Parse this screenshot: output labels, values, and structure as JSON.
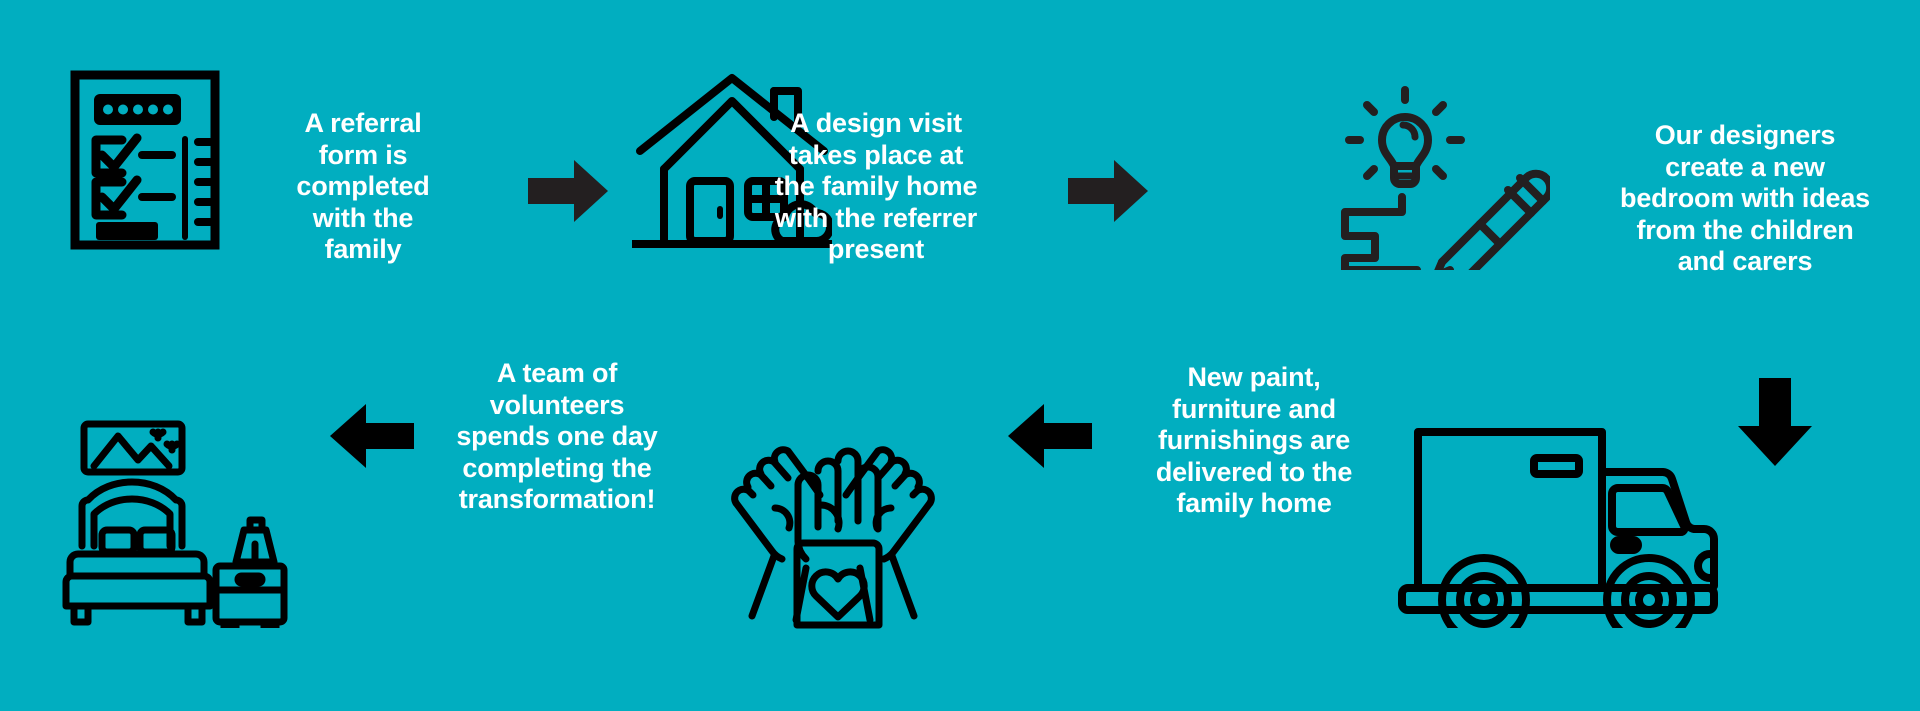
{
  "theme": {
    "background": "#01aec0",
    "ink": "#000000",
    "arrow_color": "#231f20",
    "text_color": "#ffffff"
  },
  "infographic": {
    "title_present": false,
    "direction": "left-to-right then down then right-to-left",
    "steps": [
      {
        "id": "step-1",
        "icon": "checklist-form-icon",
        "text": "A referral\nform is\ncompleted\nwith the\nfamily"
      },
      {
        "id": "step-2",
        "icon": "house-icon",
        "text": "A design visit\ntakes place at\nthe family home\nwith the referrer\npresent"
      },
      {
        "id": "step-3",
        "icon": "lightbulb-pencil-design-icon",
        "text": "Our designers\ncreate a new\nbedroom with ideas\nfrom the children\nand carers"
      },
      {
        "id": "step-4",
        "icon": "delivery-truck-icon",
        "text": "New paint,\nfurniture and\nfurnishings are\ndelivered to the\nfamily home"
      },
      {
        "id": "step-5",
        "icon": "raised-hands-heart-icon",
        "text": "A team of\nvolunteers\nspends one day\ncompleting the\ntransformation!"
      },
      {
        "id": "step-6",
        "icon": "bedroom-bed-icon",
        "text": ""
      }
    ],
    "connectors": [
      {
        "id": "arrow-1",
        "icon": "arrow-right-icon",
        "direction": "right"
      },
      {
        "id": "arrow-2",
        "icon": "arrow-right-icon",
        "direction": "right"
      },
      {
        "id": "arrow-3",
        "icon": "arrow-down-icon",
        "direction": "down"
      },
      {
        "id": "arrow-4",
        "icon": "arrow-left-icon",
        "direction": "left"
      },
      {
        "id": "arrow-5",
        "icon": "arrow-left-icon",
        "direction": "left"
      }
    ]
  }
}
